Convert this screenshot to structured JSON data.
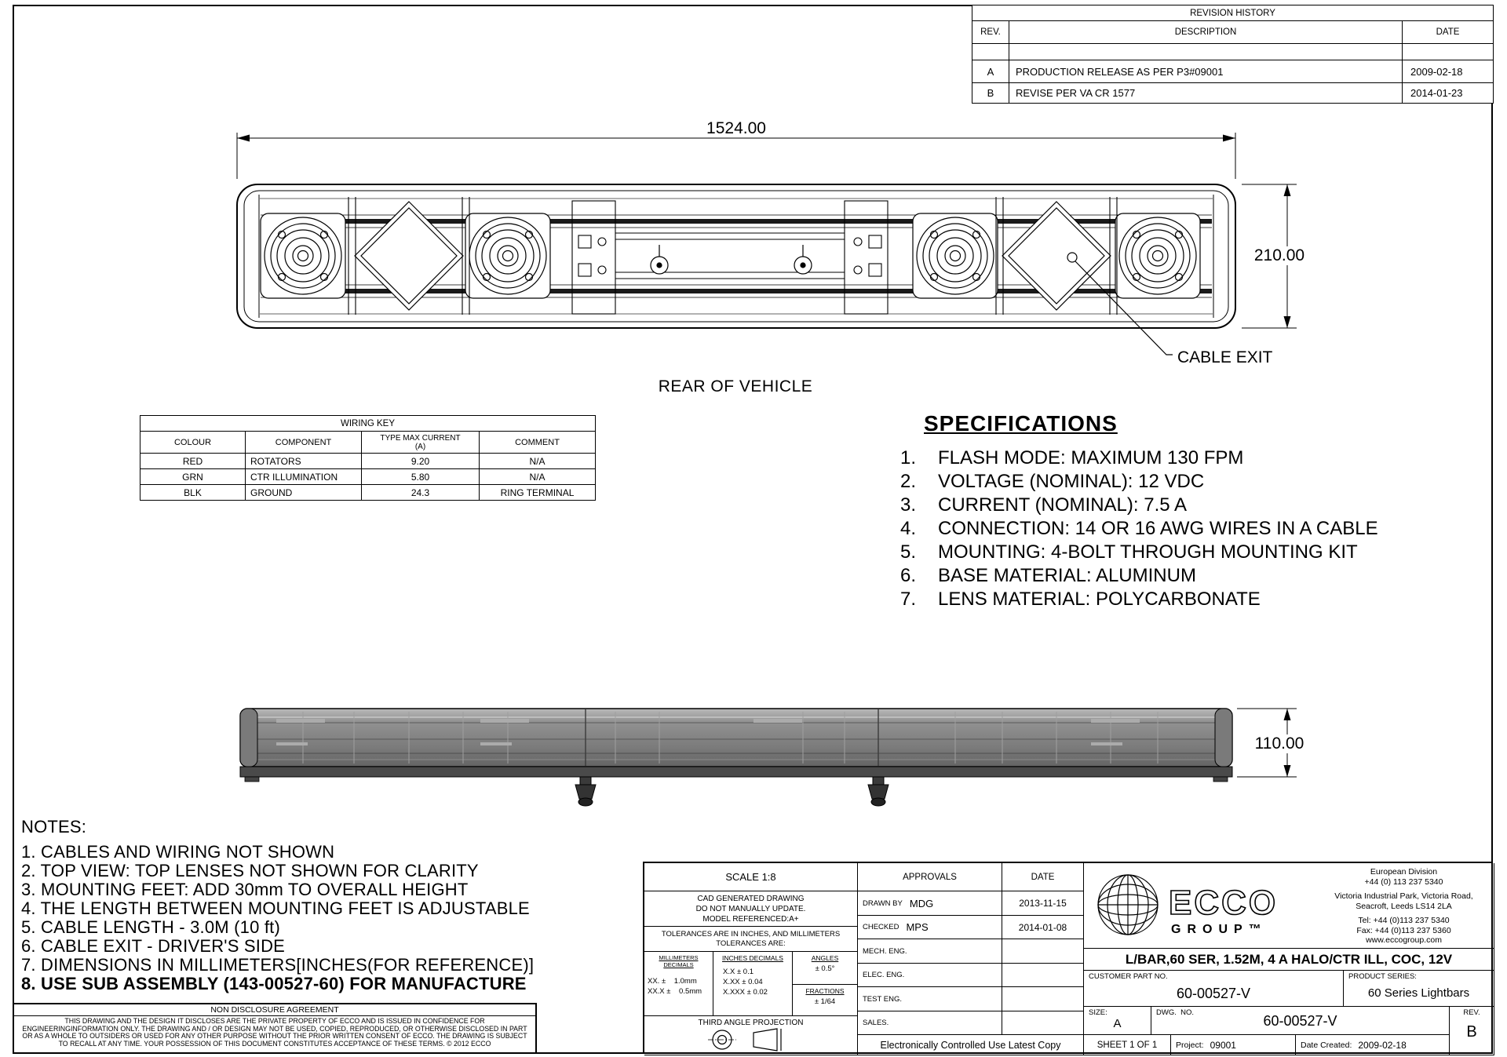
{
  "revision_history": {
    "title": "REVISION HISTORY",
    "col_rev": "REV.",
    "col_desc": "DESCRIPTION",
    "col_date": "DATE",
    "rows": [
      {
        "rev": "A",
        "desc": "PRODUCTION RELEASE AS PER P3#09001",
        "date": "2009-02-18"
      },
      {
        "rev": "B",
        "desc": "REVISE PER VA CR 1577",
        "date": "2014-01-23"
      }
    ]
  },
  "top_view": {
    "dim_width": "1524.00",
    "dim_height": "210.00",
    "cable_exit": "CABLE EXIT",
    "caption": "REAR OF VEHICLE"
  },
  "side_view": {
    "dim_height": "110.00"
  },
  "wiring_key": {
    "title": "WIRING KEY",
    "headers": {
      "colour": "COLOUR",
      "component": "COMPONENT",
      "current_1": "TYPE MAX CURRENT",
      "current_2": "(A)",
      "comment": "COMMENT"
    },
    "rows": [
      {
        "colour": "RED",
        "component": "ROTATORS",
        "current": "9.20",
        "comment": "N/A"
      },
      {
        "colour": "GRN",
        "component": "CTR ILLUMINATION",
        "current": "5.80",
        "comment": "N/A"
      },
      {
        "colour": "BLK",
        "component": "GROUND",
        "current": "24.3",
        "comment": "RING TERMINAL"
      }
    ]
  },
  "specifications": {
    "title": "SPECIFICATIONS",
    "items": [
      {
        "num": "1.",
        "text": "FLASH MODE: MAXIMUM 130 FPM"
      },
      {
        "num": "2.",
        "text": "VOLTAGE (NOMINAL): 12 VDC"
      },
      {
        "num": "3.",
        "text": "CURRENT (NOMINAL): 7.5 A"
      },
      {
        "num": "4.",
        "text": "CONNECTION: 14 OR 16 AWG WIRES IN A CABLE"
      },
      {
        "num": "5.",
        "text": "MOUNTING: 4-BOLT THROUGH MOUNTING KIT"
      },
      {
        "num": "6.",
        "text": "BASE MATERIAL: ALUMINUM"
      },
      {
        "num": "7.",
        "text": "LENS MATERIAL: POLYCARBONATE"
      }
    ]
  },
  "notes": {
    "title": "NOTES:",
    "items": [
      "1. CABLES AND WIRING NOT SHOWN",
      "2. TOP VIEW: TOP LENSES NOT SHOWN FOR CLARITY",
      "3. MOUNTING FEET:  ADD 30mm TO OVERALL HEIGHT",
      "4. THE LENGTH BETWEEN MOUNTING FEET IS ADJUSTABLE",
      "5. CABLE LENGTH - 3.0M (10 ft)",
      "6. CABLE EXIT - DRIVER'S SIDE",
      "7. DIMENSIONS IN MILLIMETERS[INCHES(FOR REFERENCE)]",
      "8. USE SUB ASSEMBLY (143-00527-60) FOR MANUFACTURE"
    ]
  },
  "nda": {
    "title": "NON DISCLOSURE AGREEMENT",
    "body": "THIS DRAWING AND THE DESIGN IT DISCLOSES ARE THE PRIVATE PROPERTY OF ECCO AND IS ISSUED IN CONFIDENCE FOR ENGINEERINGINFORMATION ONLY. THE DRAWING AND / OR DESIGN MAY NOT BE USED, COPIED, REPRODUCED, OR OTHERWISE DISCLOSED IN PART OR AS A WHOLE TO OUTSIDERS OR USED FOR ANY OTHER PURPOSE WITHOUT THE PRIOR WRITTEN CONSENT OF ECCO. THE DRAWING IS SUBJECT TO RECALL AT ANY TIME. YOUR POSSESSION OF THIS DOCUMENT CONSTITUTES ACCEPTANCE OF THESE TERMS. © 2012 ECCO"
  },
  "title_block": {
    "scale": "SCALE 1:8",
    "cad_note_1": "CAD GENERATED DRAWING",
    "cad_note_2": "DO NOT MANUALLY UPDATE.",
    "cad_note_3": "MODEL REFERENCED:A+",
    "tol_note_1": "TOLERANCES ARE IN INCHES, AND MILLIMETERS",
    "tol_note_2": "TOLERANCES ARE:",
    "mm_header": "MILLIMETERS DECIMALS",
    "mm_1": "XX. ±    1.0mm",
    "mm_2": "XX.X ±    0.5mm",
    "in_header": "INCHES DECIMALS",
    "in_1": "X.X ± 0.1",
    "in_2": "X.XX ± 0.04",
    "in_3": "X.XXX ± 0.02",
    "angles_header": "ANGLES",
    "angles_val": "± 0.5°",
    "fractions_header": "FRACTIONS",
    "fractions_val": "± 1/64",
    "projection": "THIRD ANGLE PROJECTION",
    "approvals_header": "APPROVALS",
    "date_header": "DATE",
    "approvals": [
      {
        "label": "DRAWN BY",
        "name": "MDG",
        "date": "2013-11-15"
      },
      {
        "label": "CHECKED",
        "name": "MPS",
        "date": "2014-01-08"
      },
      {
        "label": "MECH. ENG.",
        "name": "",
        "date": ""
      },
      {
        "label": "ELEC. ENG.",
        "name": "",
        "date": ""
      },
      {
        "label": "TEST ENG.",
        "name": "",
        "date": ""
      },
      {
        "label": "SALES.",
        "name": "",
        "date": ""
      }
    ],
    "controlled_note": "Electronically Controlled Use Latest Copy",
    "logo_text": "ECCO",
    "logo_sub": "GROUP™",
    "contact": [
      "European Division",
      "+44 (0) 113 237 5340",
      "Victoria Industrial Park, Victoria Road,",
      "Seacroft, Leeds LS14 2LA",
      "Tel: +44 (0)113 237 5340",
      "Fax: +44 (0)113 237 5360",
      "www.eccogroup.com"
    ],
    "drawing_title": "L/BAR,60 SER, 1.52M, 4 A HALO/CTR ILL, COC, 12V",
    "customer_part_label": "CUSTOMER PART NO.",
    "customer_part": "60-00527-V",
    "product_series_label": "PRODUCT SERIES:",
    "product_series": "60 Series Lightbars",
    "size_label": "SIZE:",
    "size": "A",
    "dwg_label": "DWG.  NO.",
    "dwg_no": "60-00527-V",
    "rev_label": "REV.",
    "rev": "B",
    "sheet": "SHEET 1 OF 1",
    "project_label": "Project:",
    "project": "09001",
    "date_created_label": "Date Created:",
    "date_created": "2009-02-18"
  }
}
